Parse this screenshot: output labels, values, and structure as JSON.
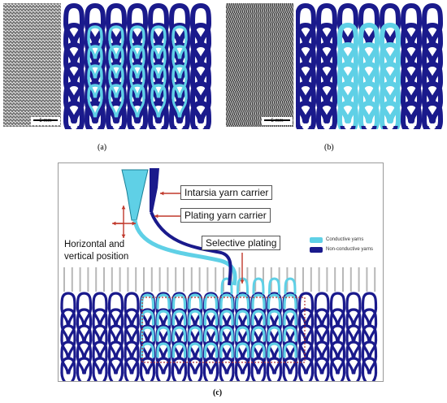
{
  "panel_a": {
    "caption": "(a)",
    "scale_bar_label": "5 mm"
  },
  "panel_b": {
    "caption": "(b)",
    "scale_bar_label": "5 mm"
  },
  "panel_c": {
    "caption": "(c)",
    "intarsia_label": "Intarsia yarn carrier",
    "plating_label": "Plating yarn carrier",
    "position_label_line1": "Horizontal and",
    "position_label_line2": "vertical position",
    "selective_plating_label": "Selective plating",
    "legend": {
      "conductive": "Conductive yarns",
      "non_conductive": "Non-conductive yarns"
    }
  },
  "colors": {
    "conductive": "#5fd0e6",
    "non_conductive": "#1a1a8c",
    "arrow": "#c0392b",
    "plating_region": "#b03030"
  }
}
